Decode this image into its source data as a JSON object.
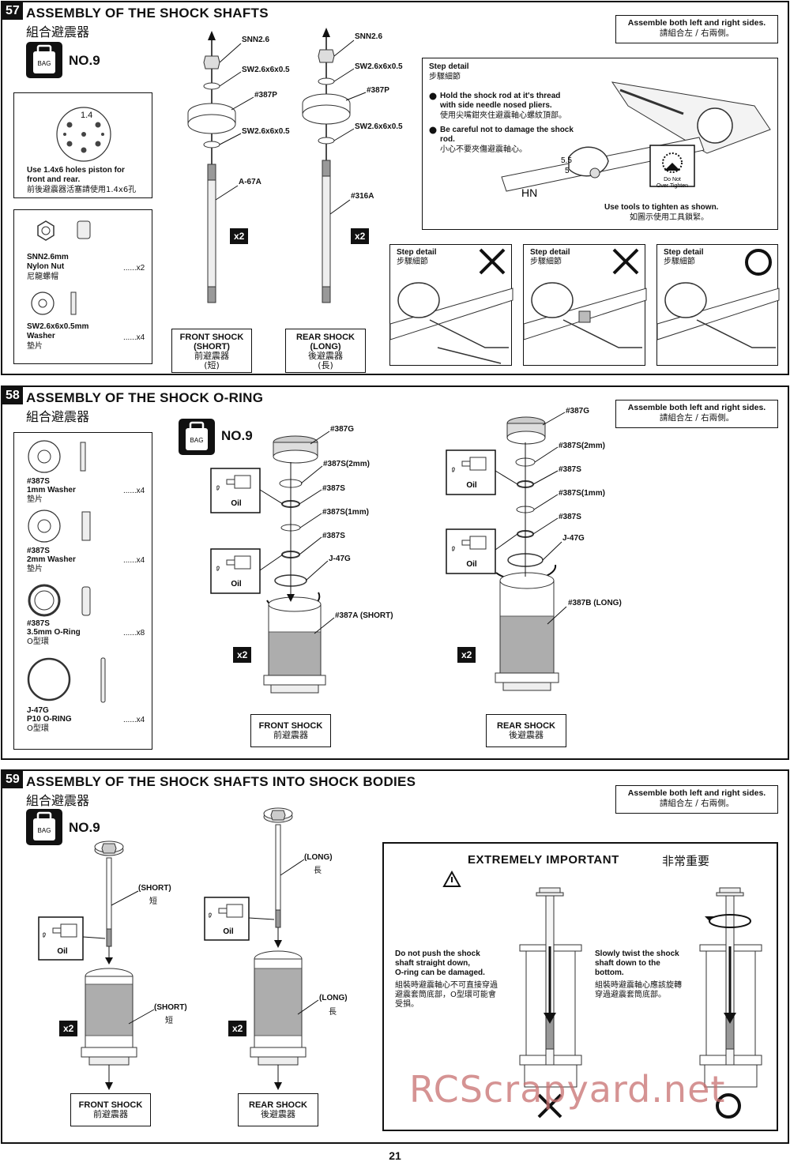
{
  "page_number": "21",
  "watermark": "RCScrapyard.net",
  "bag_label": "BAG",
  "times_two": "x2",
  "oil_label": "Oil",
  "step57": {
    "number": "57",
    "title": "ASSEMBLY OF THE SHOCK SHAFTS",
    "subtitle": "組合避震器",
    "bag": "NO.9",
    "note_en": "Assemble both left and right sides.",
    "note_zh": "請組合左 / 右兩側。",
    "piston_hole_label": "1.4",
    "piston_note_en1": "Use 1.4x6 holes piston for",
    "piston_note_en2": "front and rear.",
    "piston_note_zh": "前後避震器活塞請使用1.4x6孔",
    "parts": [
      {
        "name1": "SNN2.6mm",
        "name2": "Nylon Nut",
        "zh": "尼龍螺帽",
        "qty": "......x2"
      },
      {
        "name1": "SW2.6x6x0.5mm",
        "name2": "Washer",
        "zh": "墊片",
        "qty": "......x4"
      }
    ],
    "front_labels": [
      "SNN2.6",
      "SW2.6x6x0.5",
      "#387P",
      "SW2.6x6x0.5",
      "A-67A"
    ],
    "rear_labels": [
      "SNN2.6",
      "SW2.6x6x0.5",
      "#387P",
      "SW2.6x6x0.5",
      "#316A"
    ],
    "front_box": {
      "l1": "FRONT SHOCK",
      "l2": "(SHORT)",
      "l3": "前避震器",
      "l4": "(短)"
    },
    "rear_box": {
      "l1": "REAR SHOCK",
      "l2": "(LONG)",
      "l3": "後避震器",
      "l4": "(長)"
    },
    "step_detail": {
      "title": "Step detail",
      "title_zh": "步驟細節",
      "b1_en1": "Hold the shock rod at it's thread",
      "b1_en2": "with side needle nosed pliers.",
      "b1_zh": "使用尖嘴鉗夾住避震軸心螺紋頂部。",
      "b2_en1": "Be careful not to damage the shock",
      "b2_en2": "rod.",
      "b2_zh": "小心不要夾傷避震軸心。",
      "tool_note": "Use tools to tighten as shown.",
      "tool_note_zh": "如圖示使用工具鎖緊。",
      "do_not1": "Do Not",
      "do_not2": "Over Tighten",
      "wrench1": "5.5",
      "wrench2": "5",
      "wrench_brand": "HN"
    },
    "small_details": [
      {
        "title": "Step detail",
        "zh": "步驟細節",
        "mark": "X"
      },
      {
        "title": "Step detail",
        "zh": "步驟細節",
        "mark": "X"
      },
      {
        "title": "Step detail",
        "zh": "步驟細節",
        "mark": "O"
      }
    ]
  },
  "step58": {
    "number": "58",
    "title": "ASSEMBLY OF THE SHOCK O-RING",
    "subtitle": "組合避震器",
    "bag": "NO.9",
    "note_en": "Assemble both left and right sides.",
    "note_zh": "請組合左 / 右兩側。",
    "parts": [
      {
        "name1": "#387S",
        "name2": "1mm Washer",
        "zh": "墊片",
        "qty": "......x4"
      },
      {
        "name1": "#387S",
        "name2": "2mm Washer",
        "zh": "墊片",
        "qty": "......x4"
      },
      {
        "name1": "#387S",
        "name2": "3.5mm O-Ring",
        "zh": "O型環",
        "qty": "......x8"
      },
      {
        "name1": "J-47G",
        "name2": "P10 O-RING",
        "zh": "O型環",
        "qty": "......x4"
      }
    ],
    "front_labels": [
      "#387G",
      "#387S(2mm)",
      "#387S",
      "#387S(1mm)",
      "#387S",
      "J-47G",
      "#387A (SHORT)"
    ],
    "rear_labels": [
      "#387G",
      "#387S(2mm)",
      "#387S",
      "#387S(1mm)",
      "#387S",
      "J-47G",
      "#387B (LONG)"
    ],
    "front_box": {
      "l1": "FRONT SHOCK",
      "l2": "前避震器"
    },
    "rear_box": {
      "l1": "REAR SHOCK",
      "l2": "後避震器"
    }
  },
  "step59": {
    "number": "59",
    "title": "ASSEMBLY OF THE SHOCK SHAFTS INTO SHOCK BODIES",
    "subtitle": "組合避震器",
    "bag": "NO.9",
    "note_en": "Assemble both left and right sides.",
    "note_zh": "請組合左 / 右兩側。",
    "front_shaft": "(SHORT)",
    "front_shaft_zh": "短",
    "front_body": "(SHORT)",
    "front_body_zh": "短",
    "rear_shaft": "(LONG)",
    "rear_shaft_zh": "長",
    "rear_body": "(LONG)",
    "rear_body_zh": "長",
    "front_box": {
      "l1": "FRONT SHOCK",
      "l2": "前避震器"
    },
    "rear_box": {
      "l1": "REAR SHOCK",
      "l2": "後避震器"
    },
    "important": {
      "title": "EXTREMELY IMPORTANT",
      "title_zh": "非常重要",
      "left_en1": "Do not push the shock",
      "left_en2": "shaft straight down,",
      "left_en3": "O-ring can be damaged.",
      "left_zh1": "組裝時避震軸心不可直接穿過",
      "left_zh2": "避震套筒底部，O型環可能會",
      "left_zh3": "受損。",
      "right_en1": "Slowly twist the shock",
      "right_en2": "shaft down to the",
      "right_en3": "bottom.",
      "right_zh1": "組裝時避震軸心應該旋轉",
      "right_zh2": "穿過避震套筒底部。"
    }
  }
}
